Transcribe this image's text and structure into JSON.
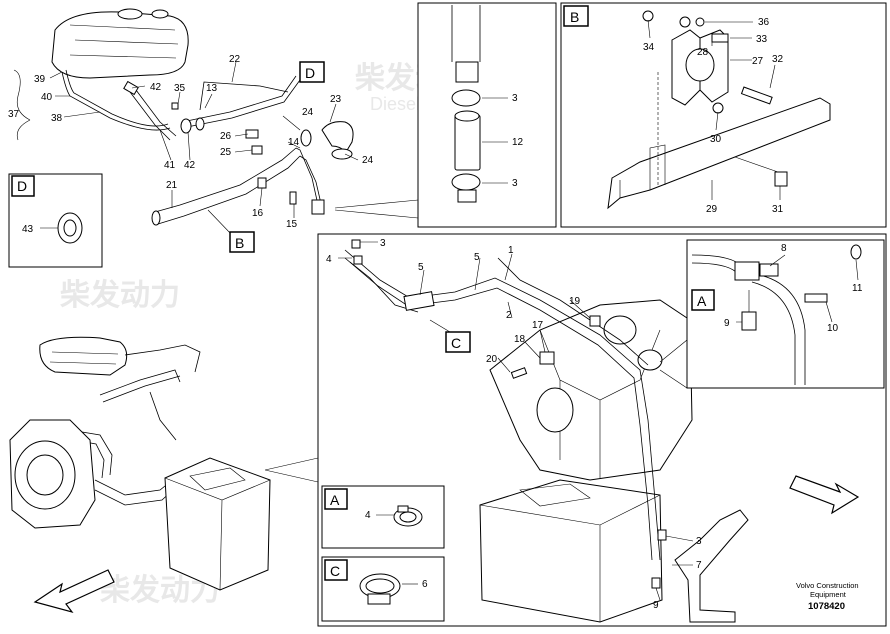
{
  "watermark": {
    "brand": "柴发动力",
    "sub": "Diesel-Engines"
  },
  "footer": {
    "line1": "Volvo Construction",
    "line2": "Equipment",
    "number": "1078420"
  },
  "detail_boxes": {
    "B": "B",
    "C": "C",
    "D": "D",
    "A": "A"
  },
  "callouts": {
    "p37": "37",
    "p38": "38",
    "p39": "39",
    "p40": "40",
    "p41": "41",
    "p42a": "42",
    "p42b": "42",
    "p35": "35",
    "p13": "13",
    "p22": "22",
    "p23": "23",
    "p24a": "24",
    "p24b": "24",
    "p26": "26",
    "p25": "25",
    "p14": "14",
    "p21": "21",
    "p16": "16",
    "p15": "15",
    "p43": "43",
    "t3a": "3",
    "t12": "12",
    "t3b": "3",
    "b36": "36",
    "b34": "34",
    "b28": "28",
    "b33": "33",
    "b27": "27",
    "b32": "32",
    "b30": "30",
    "b29": "29",
    "b31": "31",
    "m3": "3",
    "m4": "4",
    "m5": "5",
    "m1": "1",
    "m2": "2",
    "m19": "19",
    "m17": "17",
    "m18": "18",
    "m20": "20",
    "m3b": "3",
    "m7": "7",
    "m9": "9",
    "a8": "8",
    "a11": "11",
    "a9": "9",
    "a10": "10",
    "la4": "4",
    "lc6": "6"
  }
}
